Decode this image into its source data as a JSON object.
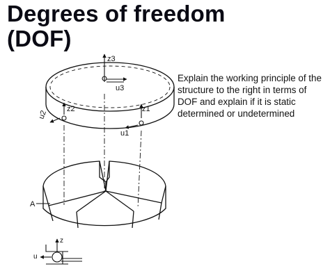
{
  "title": {
    "line1": "Degrees of freedom",
    "line2": "(DOF)"
  },
  "instruction": "Explain the working principle of the structure to the right in terms of DOF and explain if it is static determined or undetermined",
  "diagram_labels": {
    "z3": "z3",
    "u3": "u3",
    "z2": "z2",
    "u2": "u2",
    "z1": "z1",
    "u1": "u1",
    "a": "A",
    "z": "z",
    "u": "u"
  },
  "colors": {
    "title": "#0a0a14",
    "ink": "#111111",
    "background": "#ffffff"
  }
}
